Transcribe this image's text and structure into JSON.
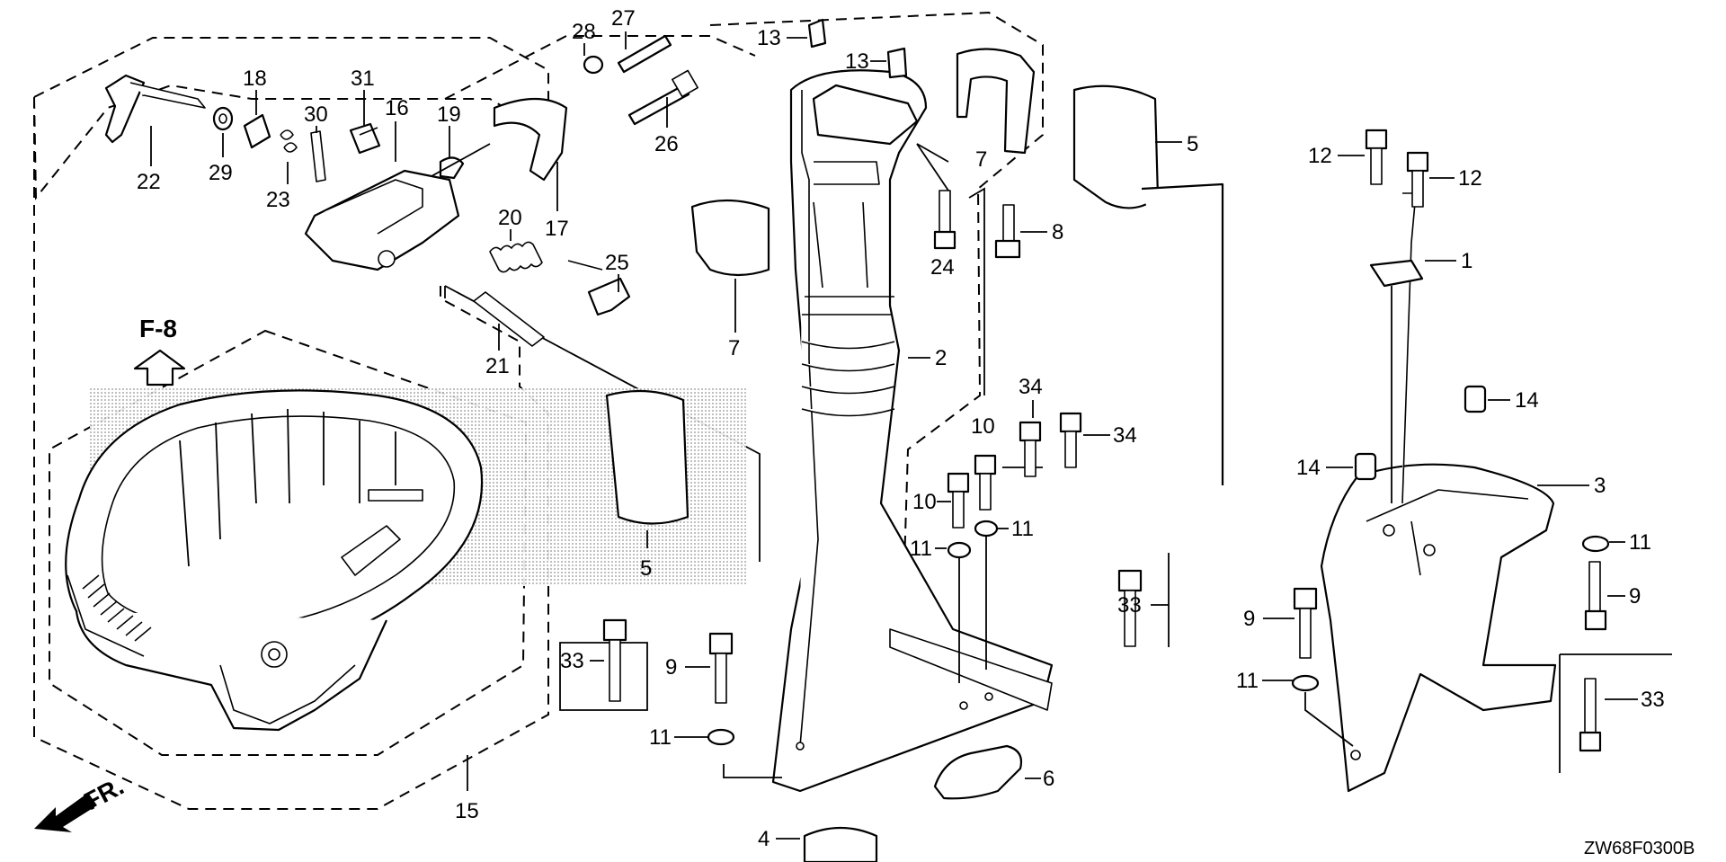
{
  "diagram_code": "ZW68F0300B",
  "section_ref": "F-8",
  "direction_label": "FR.",
  "callouts": {
    "c1": "1",
    "c2": "2",
    "c3": "3",
    "c4": "4",
    "c5a": "5",
    "c5b": "5",
    "c6": "6",
    "c7a": "7",
    "c7b": "7",
    "c8": "8",
    "c9a": "9",
    "c9b": "9",
    "c9c": "9",
    "c10a": "10",
    "c10b": "10",
    "c11a": "11",
    "c11b": "11",
    "c11c": "11",
    "c11d": "11",
    "c11e": "11",
    "c12a": "12",
    "c12b": "12",
    "c13a": "13",
    "c13b": "13",
    "c14a": "14",
    "c14b": "14",
    "c15": "15",
    "c16": "16",
    "c17": "17",
    "c18": "18",
    "c19": "19",
    "c20": "20",
    "c21": "21",
    "c22": "22",
    "c23": "23",
    "c24": "24",
    "c25": "25",
    "c26": "26",
    "c27": "27",
    "c28": "28",
    "c29": "29",
    "c30": "30",
    "c31": "31",
    "c33a": "33",
    "c33b": "33",
    "c33c": "33",
    "c34a": "34",
    "c34b": "34"
  }
}
